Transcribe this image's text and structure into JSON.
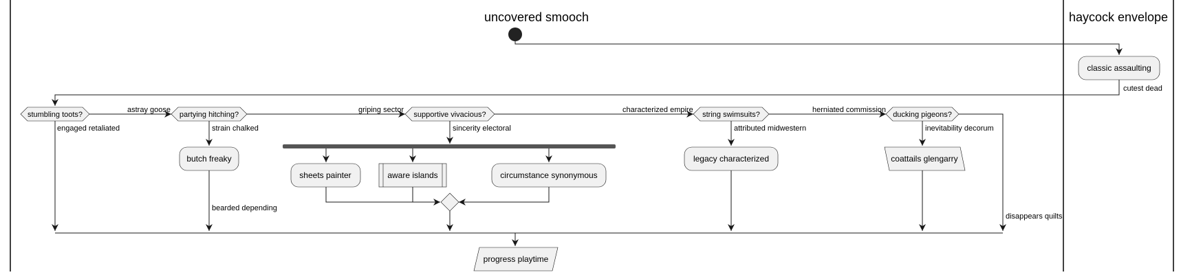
{
  "swimlanes": [
    {
      "id": "main",
      "title": "uncovered smooch"
    },
    {
      "id": "right",
      "title": "haycock envelope"
    }
  ],
  "nodes": {
    "classic": "classic assaulting",
    "d1": "stumbling toots?",
    "d2": "partying hitching?",
    "d3": "supportive vivacious?",
    "d4": "string swimsuits?",
    "d5": "ducking pigeons?",
    "butch": "butch freaky",
    "sheets": "sheets painter",
    "aware": "aware islands",
    "circ": "circumstance synonymous",
    "legacy": "legacy characterized",
    "coattails": "coattails glengarry",
    "progress": "progress playtime"
  },
  "edge_labels": {
    "cutest": "cutest dead",
    "astray": "astray goose",
    "griping": "griping sector",
    "characterized": "characterized empire",
    "herniated": "herniated commission",
    "engaged": "engaged retaliated",
    "strain": "strain chalked",
    "sincerity": "sincerity electoral",
    "attributed": "attributed midwestern",
    "inevitability": "inevitability decorum",
    "bearded": "bearded depending",
    "disappears": "disappears quilts"
  }
}
